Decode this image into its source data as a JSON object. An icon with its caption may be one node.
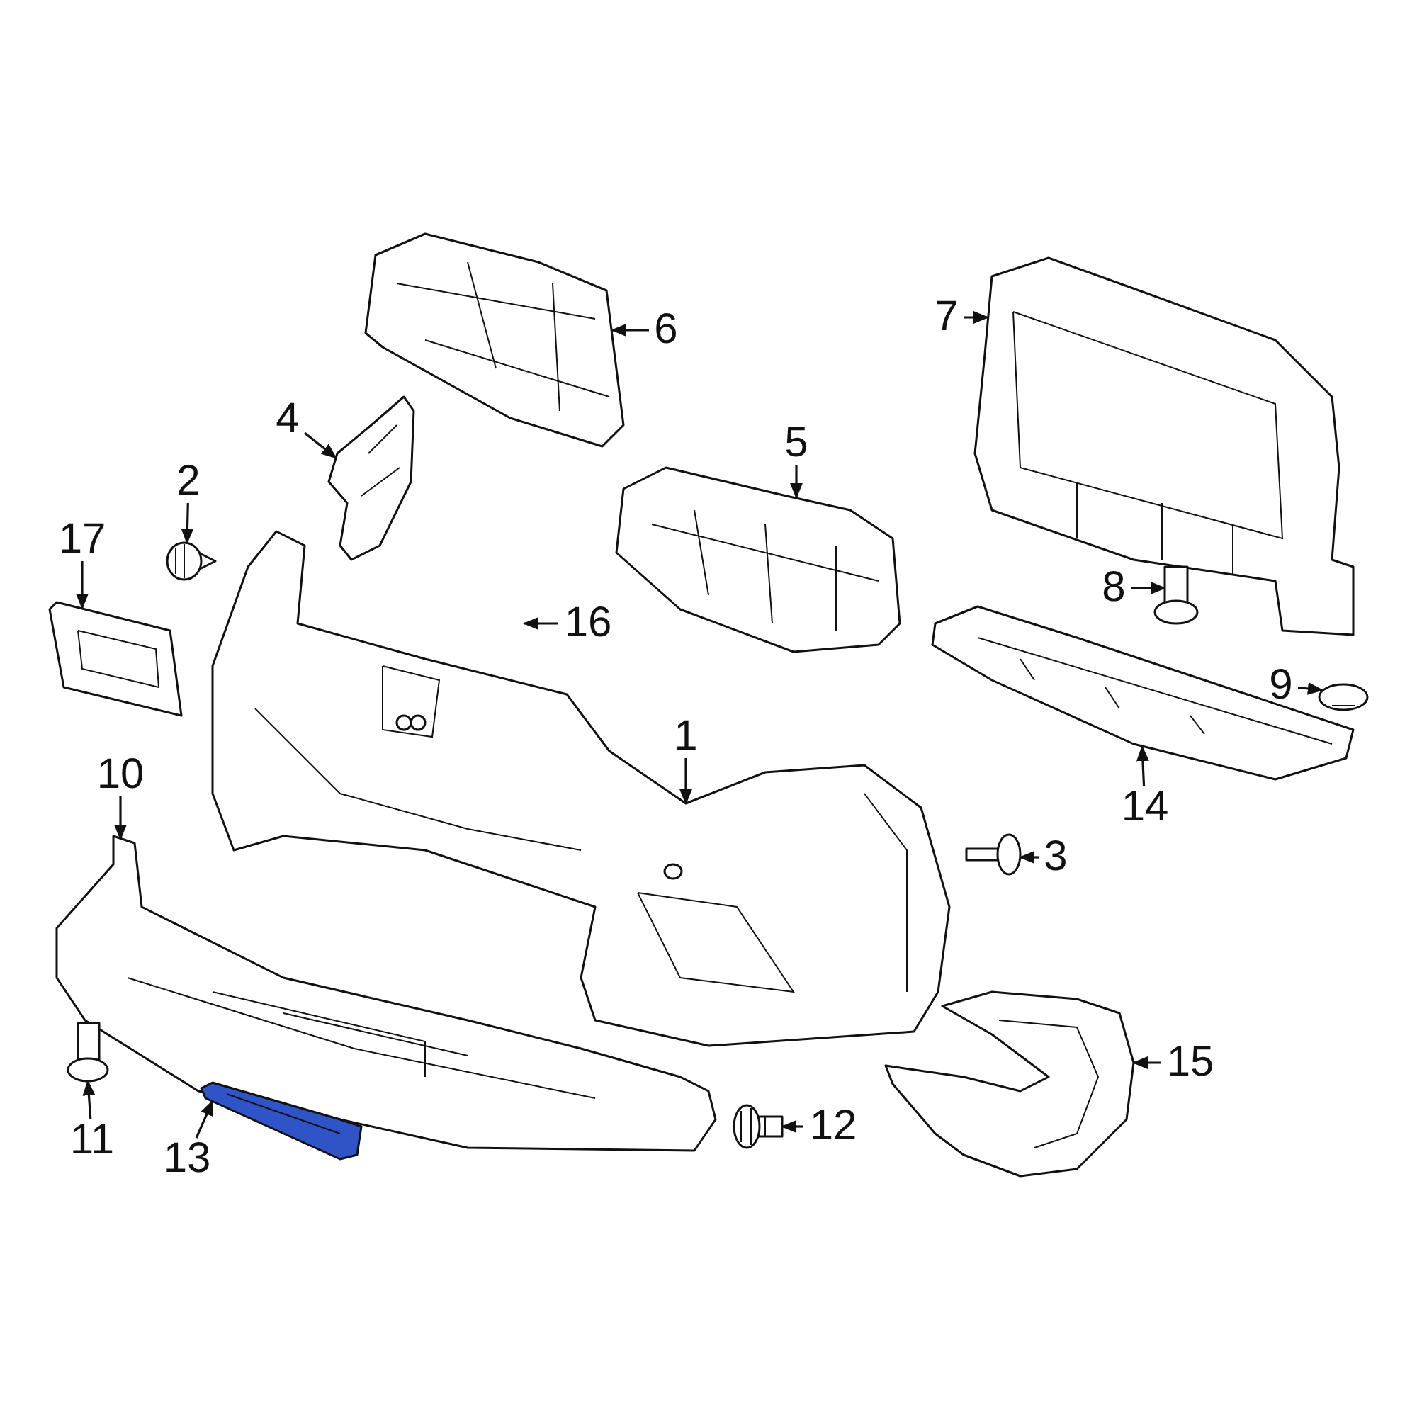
{
  "diagram": {
    "nodes": [
      {
        "text": [
          "6"
        ]
      },
      {
        "text": [],
        "shape": "picture"
      },
      {
        "text": [
          "7"
        ]
      },
      {
        "text": [],
        "shape": "picture"
      },
      {
        "text": [
          "4"
        ]
      },
      {
        "text": [],
        "shape": "picture"
      },
      {
        "text": [
          "5"
        ]
      },
      {
        "text": [],
        "shape": "picture"
      },
      {
        "text": [
          "2"
        ]
      },
      {
        "text": [],
        "shape": "picture"
      },
      {
        "text": [
          "17"
        ]
      },
      {
        "text": [],
        "shape": "picture"
      },
      {
        "text": [
          "16"
        ]
      },
      {
        "text": [
          "8"
        ]
      },
      {
        "text": [],
        "shape": "picture"
      },
      {
        "text": [
          "9"
        ]
      },
      {
        "text": [],
        "shape": "picture"
      },
      {
        "text": [
          "1"
        ]
      },
      {
        "text": [],
        "shape": "picture"
      },
      {
        "text": [
          "14"
        ]
      },
      {
        "text": [],
        "shape": "picture"
      },
      {
        "text": [
          "10"
        ]
      },
      {
        "text": [],
        "shape": "picture"
      },
      {
        "text": [
          "3"
        ]
      },
      {
        "text": [],
        "shape": "picture"
      },
      {
        "text": [
          "11"
        ]
      },
      {
        "text": [],
        "shape": "picture"
      },
      {
        "text": [
          "13"
        ]
      },
      {
        "text": [],
        "shape": "picture"
      },
      {
        "text": [
          "12"
        ]
      },
      {
        "text": [],
        "shape": "picture"
      },
      {
        "text": [
          "15"
        ]
      },
      {
        "text": [],
        "shape": "picture"
      }
    ],
    "edges": [
      {
        "from": 0,
        "to": 1,
        "arrow": "to"
      },
      {
        "from": 2,
        "to": 3,
        "arrow": "to"
      },
      {
        "from": 4,
        "to": 5,
        "arrow": "to"
      },
      {
        "from": 6,
        "to": 7,
        "arrow": "to"
      },
      {
        "from": 8,
        "to": 9,
        "arrow": "to"
      },
      {
        "from": 10,
        "to": 11,
        "arrow": "to"
      },
      {
        "from": 12,
        "to": null,
        "arrow": "to"
      },
      {
        "from": 13,
        "to": 14,
        "arrow": "to"
      },
      {
        "from": 15,
        "to": 16,
        "arrow": "to"
      },
      {
        "from": 17,
        "to": 18,
        "arrow": "to"
      },
      {
        "from": 19,
        "to": 20,
        "arrow": "to"
      },
      {
        "from": 21,
        "to": 22,
        "arrow": "to"
      },
      {
        "from": 23,
        "to": 24,
        "arrow": "to"
      },
      {
        "from": 25,
        "to": 26,
        "arrow": "to"
      },
      {
        "from": 27,
        "to": 28,
        "arrow": "to"
      },
      {
        "from": 29,
        "to": 30,
        "arrow": "to"
      },
      {
        "from": 31,
        "to": 32,
        "arrow": "to"
      }
    ]
  }
}
